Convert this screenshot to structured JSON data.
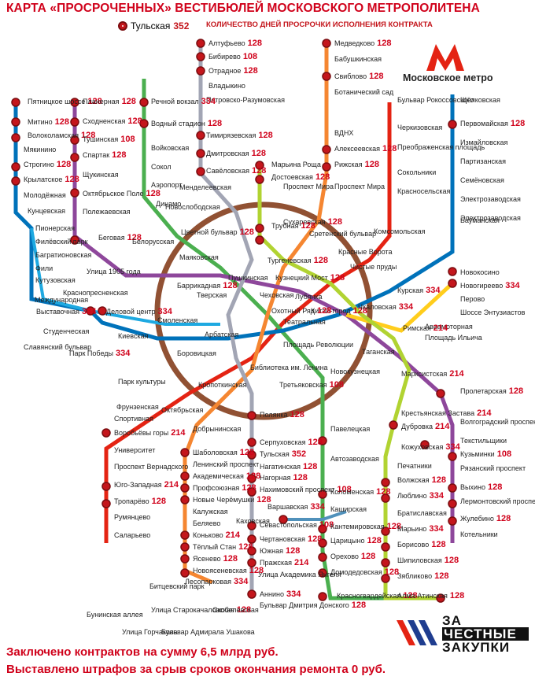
{
  "title": "КАРТА «ПРОСРОЧЕННЫХ» ВЕСТИБЮЛЕЙ МОСКОВСКОГО МЕТРОПОЛИТЕНА",
  "legend": {
    "example_station": "Тульская",
    "example_days": "352",
    "description": "КОЛИЧЕСТВО ДНЕЙ ПРОСРОЧКИ ИСПОЛНЕНИЯ КОНТРАКТА"
  },
  "metro_logo_text": "Московское метро",
  "footer": {
    "line1": "Заключено контрактов на сумму 6,5 млрд руб.",
    "line2": "Выставлено штрафов за срыв сроков окончания ремонта 0 руб."
  },
  "brand": {
    "line1": "ЗА",
    "line2": "ЧЕСТНЫЕ",
    "line3": "ЗАКУПКИ"
  },
  "colors": {
    "title_red": "#d0021b",
    "line_red": "#e42313",
    "line_green": "#4baf4f",
    "line_blue": "#0072ba",
    "line_lightblue": "#1ea9e1",
    "line_circle": "#915133",
    "line_orange": "#f58631",
    "line_purple": "#8e479b",
    "line_yellow": "#ffcd1c",
    "line_grey": "#a2a5b4",
    "line_lime": "#b1d332",
    "line_teal": "#5091bb"
  },
  "stations": [
    {
      "name": "Алтуфьево",
      "days": "128"
    },
    {
      "name": "Бибирево",
      "days": "108"
    },
    {
      "name": "Отрадное",
      "days": "128"
    },
    {
      "name": "Владыкино",
      "days": ""
    },
    {
      "name": "Петровско-Разумовская",
      "days": ""
    },
    {
      "name": "Тимирязевская",
      "days": "128"
    },
    {
      "name": "Дмитровская",
      "days": "128"
    },
    {
      "name": "Савёловская",
      "days": "128"
    },
    {
      "name": "Менделеевская",
      "days": ""
    },
    {
      "name": "Цветной бульвар",
      "days": "128"
    },
    {
      "name": "Чеховская",
      "days": ""
    },
    {
      "name": "Боровицкая",
      "days": ""
    },
    {
      "name": "Полянка",
      "days": "128"
    },
    {
      "name": "Серпуховская",
      "days": "128"
    },
    {
      "name": "Тульская",
      "days": "352"
    },
    {
      "name": "Нагатинская",
      "days": "128"
    },
    {
      "name": "Нагорная",
      "days": "128"
    },
    {
      "name": "Нахимовский проспект",
      "days": "108"
    },
    {
      "name": "Севастопольская",
      "days": "108"
    },
    {
      "name": "Чертановская",
      "days": "128"
    },
    {
      "name": "Южная",
      "days": "128"
    },
    {
      "name": "Пражская",
      "days": "214"
    },
    {
      "name": "Улица Академика Янгеля",
      "days": ""
    },
    {
      "name": "Аннино",
      "days": "334"
    },
    {
      "name": "Бульвар Дмитрия Донского",
      "days": "128"
    },
    {
      "name": "Медведково",
      "days": "128"
    },
    {
      "name": "Бабушкинская",
      "days": ""
    },
    {
      "name": "Свиблово",
      "days": "128"
    },
    {
      "name": "Ботанический сад",
      "days": ""
    },
    {
      "name": "ВДНХ",
      "days": ""
    },
    {
      "name": "Алексеевская",
      "days": "128"
    },
    {
      "name": "Рижская",
      "days": "128"
    },
    {
      "name": "Проспект Мира",
      "days": ""
    },
    {
      "name": "Сухаревская",
      "days": "128"
    },
    {
      "name": "Тургеневская",
      "days": "128"
    },
    {
      "name": "Китай-город",
      "days": "128"
    },
    {
      "name": "Третьяковская",
      "days": "108"
    },
    {
      "name": "Октябрьская",
      "days": ""
    },
    {
      "name": "Шаболовская",
      "days": "128"
    },
    {
      "name": "Ленинский проспект",
      "days": ""
    },
    {
      "name": "Академическая",
      "days": "128"
    },
    {
      "name": "Профсоюзная",
      "days": "128"
    },
    {
      "name": "Новые Черёмушки",
      "days": "128"
    },
    {
      "name": "Калужская",
      "days": ""
    },
    {
      "name": "Беляево",
      "days": ""
    },
    {
      "name": "Коньково",
      "days": "214"
    },
    {
      "name": "Тёплый Стан",
      "days": "128"
    },
    {
      "name": "Ясенево",
      "days": "128"
    },
    {
      "name": "Новоясеневская",
      "days": "128"
    },
    {
      "name": "Битцевский парк",
      "days": ""
    },
    {
      "name": "Лесопарковая",
      "days": "334"
    },
    {
      "name": "Улица Старокачаловская",
      "days": "128"
    },
    {
      "name": "Скобелевская",
      "days": ""
    },
    {
      "name": "Бульвар Адмирала Ушакова",
      "days": ""
    },
    {
      "name": "Улица Горчакова",
      "days": ""
    },
    {
      "name": "Бунинская аллея",
      "days": ""
    },
    {
      "name": "Бульвар Рокоссовского",
      "days": ""
    },
    {
      "name": "Черкизовская",
      "days": ""
    },
    {
      "name": "Преображенская площадь",
      "days": ""
    },
    {
      "name": "Сокольники",
      "days": ""
    },
    {
      "name": "Красносельская",
      "days": ""
    },
    {
      "name": "Комсомольская",
      "days": ""
    },
    {
      "name": "Красные Ворота",
      "days": ""
    },
    {
      "name": "Чистые пруды",
      "days": ""
    },
    {
      "name": "Лубянка",
      "days": ""
    },
    {
      "name": "Охотный Ряд",
      "days": "128"
    },
    {
      "name": "Библиотека им. Ленина",
      "days": ""
    },
    {
      "name": "Кропоткинская",
      "days": ""
    },
    {
      "name": "Парк культуры",
      "days": ""
    },
    {
      "name": "Фрунзенская",
      "days": ""
    },
    {
      "name": "Спортивная",
      "days": ""
    },
    {
      "name": "Воробьёвы горы",
      "days": "214"
    },
    {
      "name": "Университет",
      "days": ""
    },
    {
      "name": "Проспект Вернадского",
      "days": ""
    },
    {
      "name": "Юго-Западная",
      "days": "214"
    },
    {
      "name": "Тропарёво",
      "days": "128"
    },
    {
      "name": "Румянцево",
      "days": ""
    },
    {
      "name": "Саларьево",
      "days": ""
    },
    {
      "name": "Щёлковская",
      "days": ""
    },
    {
      "name": "Первомайская",
      "days": "128"
    },
    {
      "name": "Измайловская",
      "days": ""
    },
    {
      "name": "Партизанская",
      "days": ""
    },
    {
      "name": "Семёновская",
      "days": ""
    },
    {
      "name": "Электрозаводская",
      "days": ""
    },
    {
      "name": "Бауманская",
      "days": ""
    },
    {
      "name": "Курская",
      "days": "334"
    },
    {
      "name": "Площадь Революции",
      "days": ""
    },
    {
      "name": "Арбатская",
      "days": ""
    },
    {
      "name": "Смоленская",
      "days": ""
    },
    {
      "name": "Киевская",
      "days": ""
    },
    {
      "name": "Парк Победы",
      "days": "334"
    },
    {
      "name": "Славянский бульвар",
      "days": ""
    },
    {
      "name": "Кунцевская",
      "days": ""
    },
    {
      "name": "Молодёжная",
      "days": ""
    },
    {
      "name": "Крылатское",
      "days": "128"
    },
    {
      "name": "Строгино",
      "days": "128"
    },
    {
      "name": "Мякинино",
      "days": ""
    },
    {
      "name": "Волоколамская",
      "days": "128"
    },
    {
      "name": "Митино",
      "days": "128"
    },
    {
      "name": "Пятницкое шоссе",
      "days": "128"
    },
    {
      "name": "Планерная",
      "days": "128"
    },
    {
      "name": "Сходненская",
      "days": "128"
    },
    {
      "name": "Тушинская",
      "days": "108"
    },
    {
      "name": "Спартак",
      "days": "128"
    },
    {
      "name": "Щукинская",
      "days": ""
    },
    {
      "name": "Октябрьское Поле",
      "days": "128"
    },
    {
      "name": "Полежаевская",
      "days": ""
    },
    {
      "name": "Беговая",
      "days": "128"
    },
    {
      "name": "Улица 1905 года",
      "days": ""
    },
    {
      "name": "Баррикадная",
      "days": "128"
    },
    {
      "name": "Пушкинская",
      "days": ""
    },
    {
      "name": "Кузнецкий Мост",
      "days": "128"
    },
    {
      "name": "Таганская",
      "days": ""
    },
    {
      "name": "Пролетарская",
      "days": "128"
    },
    {
      "name": "Волгоградский проспект",
      "days": ""
    },
    {
      "name": "Текстильщики",
      "days": ""
    },
    {
      "name": "Кузьминки",
      "days": "108"
    },
    {
      "name": "Рязанский проспект",
      "days": ""
    },
    {
      "name": "Выхино",
      "days": "128"
    },
    {
      "name": "Лермонтовский проспект",
      "days": "128"
    },
    {
      "name": "Жулебино",
      "days": "128"
    },
    {
      "name": "Котельники",
      "days": ""
    },
    {
      "name": "Речной вокзал",
      "days": "334"
    },
    {
      "name": "Водный стадион",
      "days": "128"
    },
    {
      "name": "Войковская",
      "days": ""
    },
    {
      "name": "Сокол",
      "days": ""
    },
    {
      "name": "Аэропорт",
      "days": ""
    },
    {
      "name": "Динамо",
      "days": ""
    },
    {
      "name": "Белорусская",
      "days": ""
    },
    {
      "name": "Маяковская",
      "days": ""
    },
    {
      "name": "Тверская",
      "days": ""
    },
    {
      "name": "Театральная",
      "days": ""
    },
    {
      "name": "Новокузнецкая",
      "days": ""
    },
    {
      "name": "Павелецкая",
      "days": ""
    },
    {
      "name": "Автозаводская",
      "days": ""
    },
    {
      "name": "Коломенская",
      "days": "128"
    },
    {
      "name": "Каширская",
      "days": ""
    },
    {
      "name": "Кантемировская",
      "days": "128"
    },
    {
      "name": "Царицыно",
      "days": "128"
    },
    {
      "name": "Орехово",
      "days": "128"
    },
    {
      "name": "Домодедовская",
      "days": "128"
    },
    {
      "name": "Красногвардейская",
      "days": "128"
    },
    {
      "name": "Новогиреево",
      "days": "334"
    },
    {
      "name": "Новокосино",
      "days": ""
    },
    {
      "name": "Перово",
      "days": ""
    },
    {
      "name": "Шоссе Энтузиастов",
      "days": ""
    },
    {
      "name": "Авиамоторная",
      "days": ""
    },
    {
      "name": "Площадь Ильича",
      "days": ""
    },
    {
      "name": "Римская",
      "days": "214"
    },
    {
      "name": "Марксистская",
      "days": "214"
    },
    {
      "name": "Крестьянская Застава",
      "days": "214"
    },
    {
      "name": "Дубровка",
      "days": "214"
    },
    {
      "name": "Кожуховская",
      "days": "334"
    },
    {
      "name": "Печатники",
      "days": ""
    },
    {
      "name": "Волжская",
      "days": "128"
    },
    {
      "name": "Люблино",
      "days": "334"
    },
    {
      "name": "Братиславская",
      "days": ""
    },
    {
      "name": "Марьино",
      "days": "334"
    },
    {
      "name": "Борисово",
      "days": "128"
    },
    {
      "name": "Шипиловская",
      "days": "128"
    },
    {
      "name": "Зябликово",
      "days": "128"
    },
    {
      "name": "Алма-Атинская",
      "days": "128"
    },
    {
      "name": "Марьина Роща",
      "days": ""
    },
    {
      "name": "Достоевская",
      "days": "128"
    },
    {
      "name": "Трубная",
      "days": "128"
    },
    {
      "name": "Сретенский бульвар",
      "days": ""
    },
    {
      "name": "Чкаловская",
      "days": "334"
    },
    {
      "name": "Новослободская",
      "days": ""
    },
    {
      "name": "Добрынинская",
      "days": ""
    },
    {
      "name": "Проспект Мира",
      "days": ""
    },
    {
      "name": "Международная",
      "days": ""
    },
    {
      "name": "Выставочная",
      "days": "334"
    },
    {
      "name": "Деловой центр",
      "days": "334"
    },
    {
      "name": "Студенческая",
      "days": ""
    },
    {
      "name": "Пионерская",
      "days": ""
    },
    {
      "name": "Филёвский парк",
      "days": ""
    },
    {
      "name": "Багратионовская",
      "days": ""
    },
    {
      "name": "Фили",
      "days": ""
    },
    {
      "name": "Кутузовская",
      "days": ""
    },
    {
      "name": "Краснопресненская",
      "days": ""
    },
    {
      "name": "Варшавская",
      "days": "334"
    },
    {
      "name": "Каховская",
      "days": ""
    },
    {
      "name": "Электрозаводская",
      "days": ""
    }
  ]
}
